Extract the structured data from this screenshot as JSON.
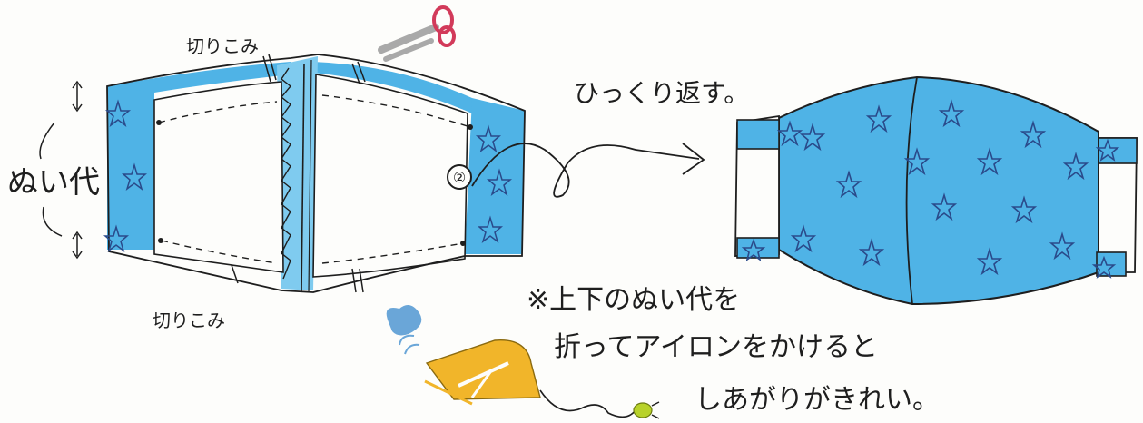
{
  "labels": {
    "cut_top": "切りこみ",
    "cut_bottom": "切りこみ",
    "seam_allowance": "ぬい代",
    "turn_over": "ひっくり返す。",
    "note_line1": "※上下のぬい代を",
    "note_line2": "折ってアイロンをかけると",
    "note_line3": "しあがりがきれい。",
    "step_number": "②"
  },
  "colors": {
    "fabric_blue": "#4fb3e6",
    "fabric_blue_light": "#7fcbef",
    "ink": "#1e1e1e",
    "star": "#2a4a8a",
    "iron_yellow": "#f1b52a",
    "steam_blue": "#6aa6d8",
    "plug_green": "#b8d22a",
    "scissor_red": "#d23a5a",
    "scissor_grey": "#a9a9a9",
    "paper": "#fdfdfb"
  },
  "icons": {
    "scissors": "scissors-icon",
    "iron": "iron-icon",
    "steam": "steam-icon",
    "arrow": "curved-arrow-icon"
  }
}
